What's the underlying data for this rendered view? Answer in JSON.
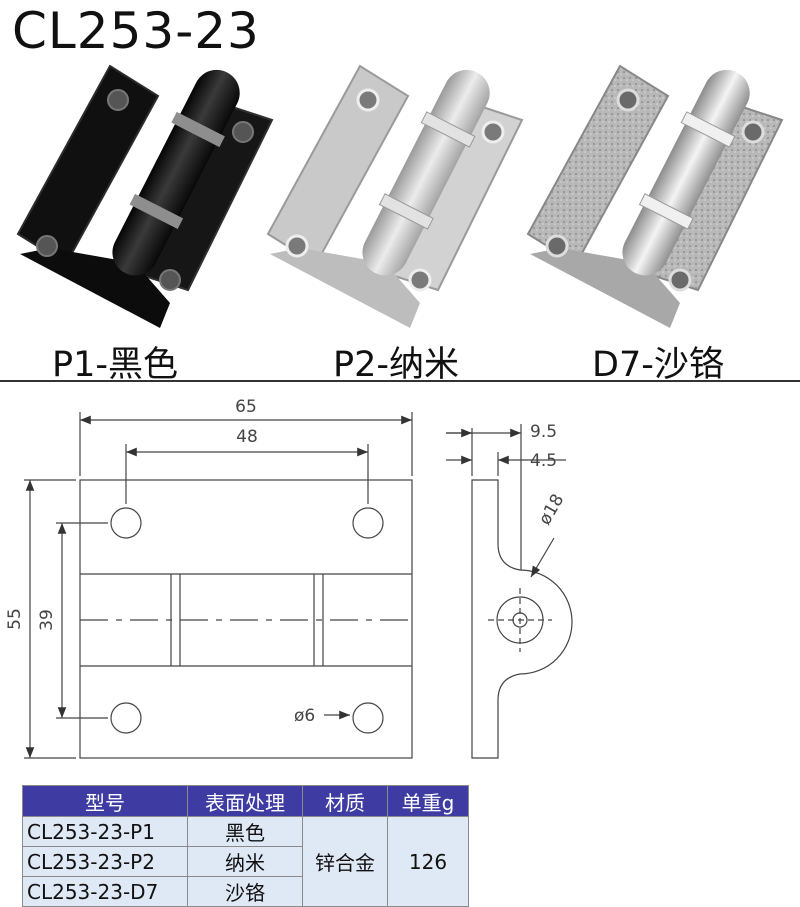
{
  "title": "CL253-23",
  "variants": [
    {
      "code": "P1-黑色"
    },
    {
      "code": "P2-纳米"
    },
    {
      "code": "D7-沙铬"
    }
  ],
  "colors": {
    "black_finish": "#141414",
    "nano_finish": "#c8c8c8",
    "sandchrome_finish": "#b4b4b4",
    "table_header": "#3e3ca3",
    "table_cell": "#dfe8f5"
  },
  "drawing": {
    "dim_width": "65",
    "dim_hole_spacing_x": "48",
    "dim_height": "55",
    "dim_hole_spacing_y": "39",
    "dim_hole": "ø6",
    "dim_thickness": "9.5",
    "dim_leaf": "4.5",
    "dim_knuckle": "ø18"
  },
  "table": {
    "headers": [
      "型号",
      "表面处理",
      "材质",
      "单重g"
    ],
    "rows": [
      {
        "model": "CL253-23-P1",
        "finish": "黑色"
      },
      {
        "model": "CL253-23-P2",
        "finish": "纳米"
      },
      {
        "model": "CL253-23-D7",
        "finish": "沙铬"
      }
    ],
    "material": "锌合金",
    "weight": "126"
  }
}
